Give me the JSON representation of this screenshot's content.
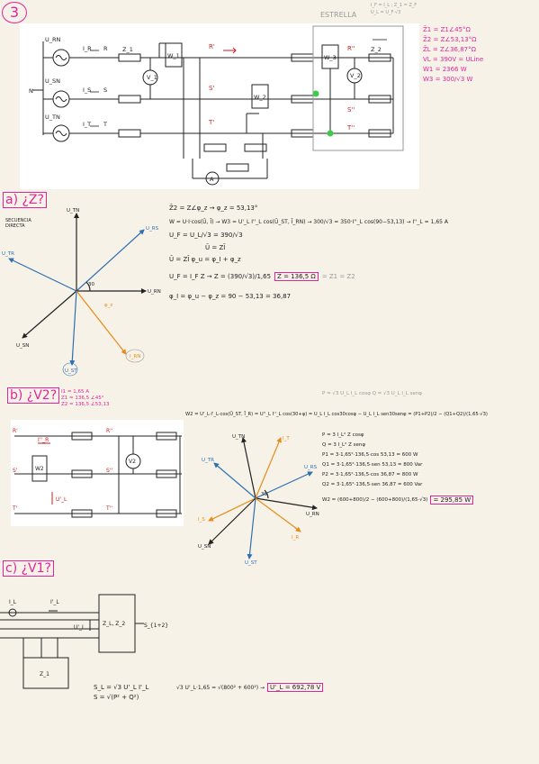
{
  "page": {
    "number": "3"
  },
  "circuit": {
    "sources": [
      "U_RN",
      "U_SN",
      "U_TN"
    ],
    "phases": [
      "R",
      "S",
      "T"
    ],
    "currents": [
      "I_R",
      "I_S",
      "I_T"
    ],
    "neutral": "N",
    "loads": [
      "Z_1",
      "Z_2"
    ],
    "meters": [
      "W_1",
      "V_1",
      "W_2",
      "W_3",
      "V_2",
      "A"
    ],
    "nodes": [
      "R'",
      "S'",
      "T'",
      "R''",
      "S''",
      "T''"
    ],
    "estrella_label": "ESTRELLA",
    "estrella_note_1": "I_F = I_L ; Z_1 = Z_F",
    "estrella_note_2": "U_L = U_F·√3"
  },
  "givens": {
    "lines": [
      "Z̄1 = Z1∠45°Ω",
      "Z̄2 = Z∠53,13°Ω",
      "Z̄L = Z∠36,87°Ω",
      "VL = 390V = ULine",
      "W1 = 2366 W",
      "W3 = 300/√3 W"
    ]
  },
  "part_a": {
    "title": "a) ¿Z?",
    "note": "SECUENCIA DIRECTA",
    "phasors": [
      "U_TN",
      "U_RS",
      "U_TR",
      "U_RN",
      "U_SN",
      "U_ST",
      "I_RN"
    ],
    "angle_label": "30",
    "phi_label": "φ_z",
    "equations": [
      "Z̄2 = Z∠φ_z → φ_z = 53,13°",
      "W = U·I·cos(Ū, Ī) → W3 = U'_L I''_L cos(Ū_ST, Ī_RN) → 300/√3 = 350·I''_L cos(90−53,13) → I''_L = 1,65 A",
      "U_F = U_L/√3 = 390/√3",
      "Ū = ZĪ",
      "Ū = ZĪ   φ_u = φ_I + φ_z",
      "U_F = I_F Z → Z = (390/√3)/1,65"
    ],
    "z_result": "Z = 136,5 Ω",
    "z_result_note": "= Z1 = Z2",
    "phi_line": "φ_I = φ_u − φ_z = 90 − 53,13 = 36,87"
  },
  "part_b": {
    "title": "b) ¿V2?",
    "givens": [
      "I1 = 1,65 A",
      "Z1 = 136,5 ∠45°",
      "Z2 = 136,5 ∠53,13"
    ],
    "header_eq": "P = √3 U_L I_L cosφ    Q = √3 U_L I_L senφ",
    "equation_main": "W2 = U'_L·I'_L·cos(Ū_ST, Ī_R) = U''_L I''_L cos(30+φ) = U_L I_L cos30cosφ − U_L I_L sen30senφ = (P1+P2)/2 − (Q1+Q2)/(1,65·√3)",
    "lines": [
      "P = 3 I_L² Z cosφ",
      "Q = 3 I_L² Z senφ",
      "P1 = 3·1,65²·136,5·cos 53,13 = 600 W",
      "Q1 = 3·1,65²·136,5·sen 53,13 = 800 Var",
      "P2 = 3·1,65²·136,5·cos 36,87 = 800 W",
      "Q2 = 3·1,65²·136,5·sen 36,87 = 600 Var"
    ],
    "w2_formula": "W2 = (600+800)/2 − (600+800)/(1,65·√3)",
    "w2_result": "= 295,85 W",
    "phasors": [
      "U_TN",
      "U_TR",
      "I_T",
      "U_RS",
      "U_RN",
      "I_S",
      "U_ST",
      "U_SN",
      "I_R"
    ],
    "angle_label": "30",
    "circuit_nodes": [
      "R'",
      "S'",
      "T'",
      "R''",
      "S''",
      "T''"
    ],
    "circuit_meters": [
      "W2",
      "V2"
    ],
    "circuit_currents": [
      "I''_R",
      "U'_L"
    ]
  },
  "part_c": {
    "title": "c) ¿V1?",
    "diagram_labels": [
      "I_L",
      "I'_L",
      "U'_L",
      "Z_L, Z_2",
      "S_{1+2}",
      "Z_1"
    ],
    "line1": "S_L = √3 U'_L I'_L",
    "line2": "S = √(P² + Q²)",
    "solve": "√3 U'_L·1,65 = √(800² + 600²) → ",
    "result": "U'_L = 692,78 V"
  }
}
